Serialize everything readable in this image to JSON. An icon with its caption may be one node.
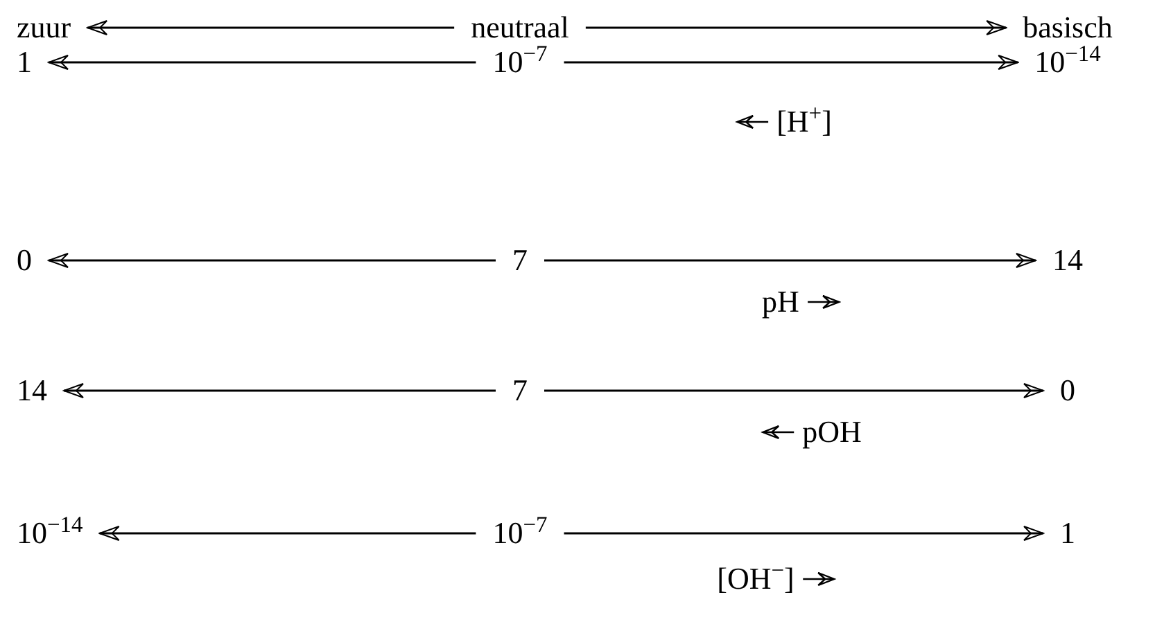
{
  "diagram": {
    "nodes": [
      {
        "text": [
          "zuur"
        ]
      },
      {
        "text": [
          "neutraal"
        ]
      },
      {
        "text": [
          "basisch"
        ]
      },
      {
        "text": [
          "1"
        ]
      },
      {
        "text": [
          "10$^{−7}$"
        ]
      },
      {
        "text": [
          "10$^{−14}$"
        ]
      },
      {
        "text": [
          "0"
        ]
      },
      {
        "text": [
          "7"
        ]
      },
      {
        "text": [
          "14"
        ]
      },
      {
        "text": [
          "14"
        ]
      },
      {
        "text": [
          "7"
        ]
      },
      {
        "text": [
          "0"
        ]
      },
      {
        "text": [
          "10$^{−14}$"
        ]
      },
      {
        "text": [
          "10$^{−7}$"
        ]
      },
      {
        "text": [
          "1"
        ]
      }
    ],
    "edges": [
      {
        "from": 1,
        "to": 0,
        "arrow": "to"
      },
      {
        "from": 1,
        "to": 2,
        "arrow": "to"
      },
      {
        "from": 4,
        "to": 3,
        "arrow": "to"
      },
      {
        "from": 4,
        "to": 5,
        "arrow": "to"
      },
      {
        "from": 7,
        "to": 6,
        "arrow": "to"
      },
      {
        "from": 7,
        "to": 8,
        "arrow": "to"
      },
      {
        "from": 10,
        "to": 9,
        "arrow": "to"
      },
      {
        "from": 10,
        "to": 11,
        "arrow": "to"
      },
      {
        "from": 13,
        "to": 12,
        "arrow": "to"
      },
      {
        "from": 13,
        "to": 14,
        "arrow": "to"
      }
    ],
    "labels": [
      "[H$^{+}$]",
      "pH",
      "pOH",
      "[OH$^{−}$]"
    ]
  }
}
